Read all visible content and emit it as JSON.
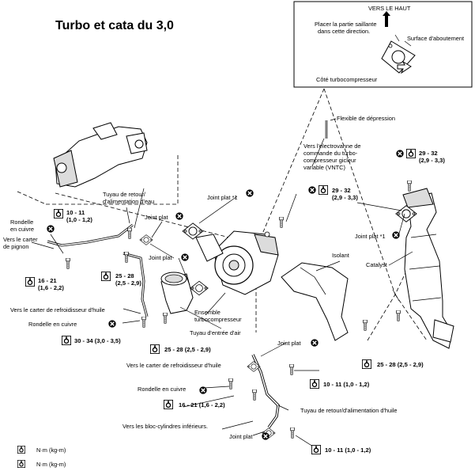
{
  "title": "Turbo et cata du  3,0",
  "inset": {
    "up_label": "VERS LE HAUT",
    "direction_note_1": "Placer la partie saillante",
    "direction_note_2": "dans cette direction.",
    "mating_surface": "Surface d'aboutement",
    "compressor_side": "Côté turbocompresseur"
  },
  "labels": {
    "vacuum_hose": "Flexible de dépression",
    "vntc_1": "Vers l'electrovanne de",
    "vntc_2": "commande du turbo-",
    "vntc_3": "compresseur gicleur",
    "vntc_4": "variable (VNTC)",
    "water_return_1": "Tuyau de retour/",
    "water_return_2": "d'alimentation d'eau",
    "gasket_1_top": "Joint plat *1",
    "gasket_top": "Joint plat",
    "gasket_mid": "Joint plat",
    "gasket_1_right": "Joint plat *1",
    "washer_1": "Rondelle",
    "washer_2": "en cuivre",
    "gear_cover_1": "Vers le carter",
    "gear_cover_2": "de pignon",
    "insulator": "Isolant",
    "catalyst": "Catalyst",
    "oil_cooler_upper": "Vers le carter de refroidisseur d'huile",
    "washer_upper": "Rondelle en cuivre",
    "turbo_assembly_1": "Ensemble",
    "turbo_assembly_2": "turbocompresseur",
    "air_inlet": "Tuyau d'entrée d'air",
    "gasket_lower": "Joint plat",
    "oil_cooler_lower": "Vers le carter de refroidisseur d'huile",
    "washer_lower": "Rondelle en cuivre",
    "oil_return": "Tuyau de retour/d'alimentation d'huile",
    "cylinder_block": "Vers les bloc-cylindres inférieurs.",
    "gasket_bottom": "Joint plat"
  },
  "torques": {
    "t1_main": "10 - 11",
    "t1_sub": "(1,0 - 1,2)",
    "t2_main": "29 - 32",
    "t2_sub": "(2,9 - 3,3)",
    "t3_main": "29 - 32",
    "t3_sub": "(2,9 - 3,3)",
    "t4_main": "16 - 21",
    "t4_sub": "(1,6 - 2,2)",
    "t5_main": "25 - 28",
    "t5_sub": "(2,5 - 2,9)",
    "t6": "30 - 34 (3,0 - 3,5)",
    "t7": "25 - 28 (2,5 - 2,9)",
    "t8": "25 - 28 (2,5 - 2,9)",
    "t9": "10 - 11 (1,0 - 1,2)",
    "t10": "16 - 21 (1,6 - 2,2)",
    "t11": "10 - 11 (1,0 - 1,2)"
  },
  "legend": {
    "nm_kgm_1": "N·m (kg-m)",
    "nm_kgm_2": "N·m (kg-m)"
  },
  "icons": {
    "torque": "torque-wrench-icon",
    "replace": "do-not-reuse-icon"
  }
}
